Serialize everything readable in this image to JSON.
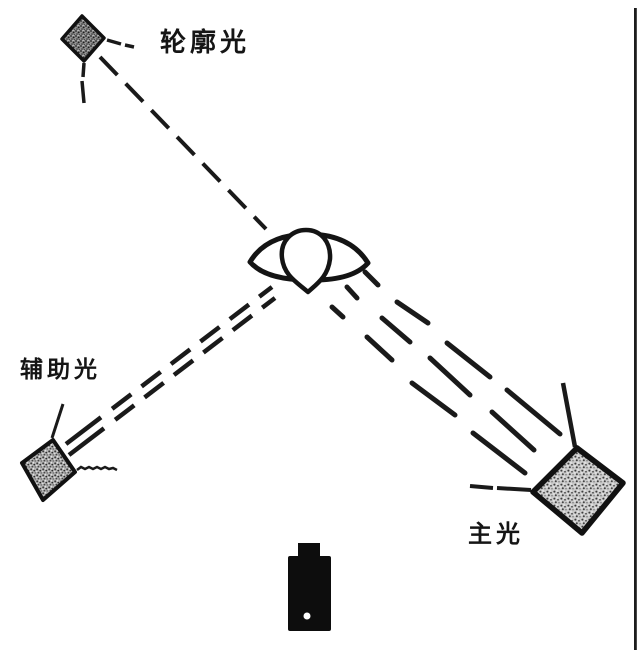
{
  "colors": {
    "background": "#ffffff",
    "ink": "#1a1a1a",
    "softbox_dense_fill": "#8f8f8f",
    "softbox_medium_fill": "#b3b3b3",
    "softbox_light_fill": "#cbcbcb"
  },
  "labels": {
    "rim_light": "轮廓光",
    "fill_light": "辅助光",
    "key_light": "主光"
  },
  "icons": {
    "rim_light": "softbox-diamond-icon",
    "fill_light": "softbox-diamond-icon",
    "key_light": "softbox-diamond-icon",
    "subject": "person-top-view-icon",
    "camera": "camera-top-view-icon"
  }
}
